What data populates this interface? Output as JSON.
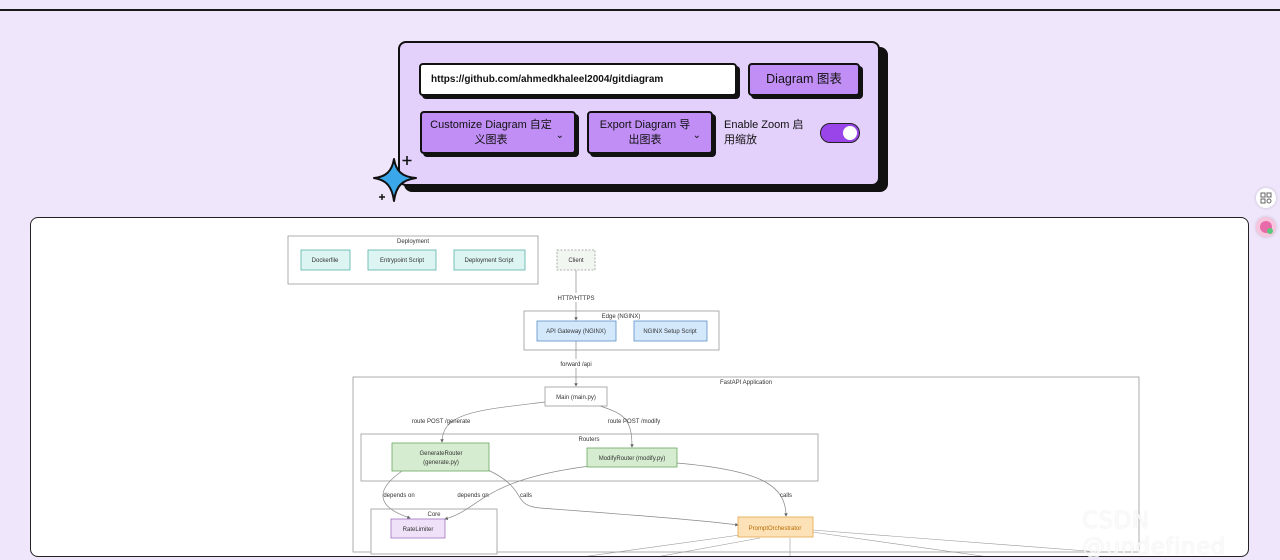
{
  "controls": {
    "repo_url": "https://github.com/ahmedkhaleel2004/gitdiagram",
    "diagram_button": "Diagram  图表",
    "customize_button": "Customize Diagram 自定义图表",
    "export_button": "Export Diagram 导出图表",
    "zoom_label": "Enable Zoom 启用缩放",
    "zoom_enabled": true,
    "accent_color": "#c08ef5"
  },
  "diagram": {
    "groups": {
      "deployment": "Deployment",
      "edge": "Edge (NGINX)",
      "fastapi": "FastAPI Application",
      "routers": "Routers",
      "core": "Core"
    },
    "nodes": {
      "dockerfile": "Dockerfile",
      "entrypoint": "Entrypoint Script",
      "deploy_script": "Deployment Script",
      "client": "Client",
      "api_gateway": "API Gateway (NGINX)",
      "nginx_setup": "NGINX Setup Script",
      "main": "Main (main.py)",
      "generate_router": "GenerateRouter",
      "generate_router_file": "(generate.py)",
      "modify_router": "ModifyRouter (modify.py)",
      "rate_limiter": "RateLimiter",
      "prompt_orchestrator": "PromptOrchestrator"
    },
    "edges": {
      "http": "HTTP/HTTPS",
      "forward": "forward /api",
      "route_generate": "route POST /generate",
      "route_modify": "route POST /modify",
      "depends_on_1": "depends on",
      "depends_on_2": "depends on",
      "calls_1": "calls",
      "calls_2": "calls"
    }
  },
  "watermark": "CSDN @undefined"
}
